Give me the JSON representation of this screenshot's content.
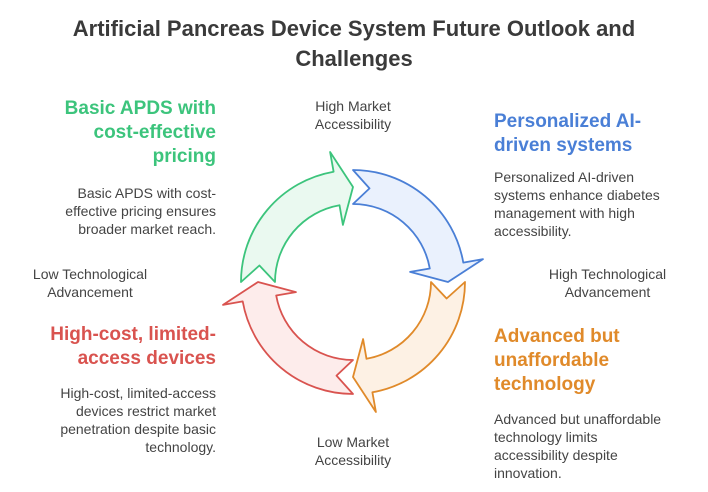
{
  "title_line1": "Artificial Pancreas Device System Future Outlook and",
  "title_line2": "Challenges",
  "axes": {
    "top": [
      "High Market",
      "Accessibility"
    ],
    "bottom": [
      "Low Market",
      "Accessibility"
    ],
    "left": [
      "Low Technological",
      "Advancement"
    ],
    "right": [
      "High Technological",
      "Advancement"
    ]
  },
  "quadrants": {
    "top_left": {
      "heading": [
        "Basic APDS with",
        "cost-effective",
        "pricing"
      ],
      "desc": [
        "Basic APDS with cost-",
        "effective pricing ensures",
        "broader market reach."
      ],
      "color": "#3cc47c",
      "fill": "#eaf9f0"
    },
    "top_right": {
      "heading": [
        "Personalized AI-",
        "driven systems"
      ],
      "desc": [
        "Personalized AI-driven",
        "systems enhance diabetes",
        "management with high",
        "accessibility."
      ],
      "color": "#4a7fd6",
      "fill": "#eaf1fd"
    },
    "bottom_left": {
      "heading": [
        "High-cost, limited-",
        "access devices"
      ],
      "desc": [
        "High-cost, limited-access",
        "devices restrict market",
        "penetration despite basic",
        "technology."
      ],
      "color": "#d9534f",
      "fill": "#fdeceb"
    },
    "bottom_right": {
      "heading": [
        "Advanced but",
        "unaffordable",
        "technology"
      ],
      "desc": [
        "Advanced but unaffordable",
        "technology limits",
        "accessibility despite",
        "innovation."
      ],
      "color": "#e08a2a",
      "fill": "#fdf1e4"
    }
  }
}
